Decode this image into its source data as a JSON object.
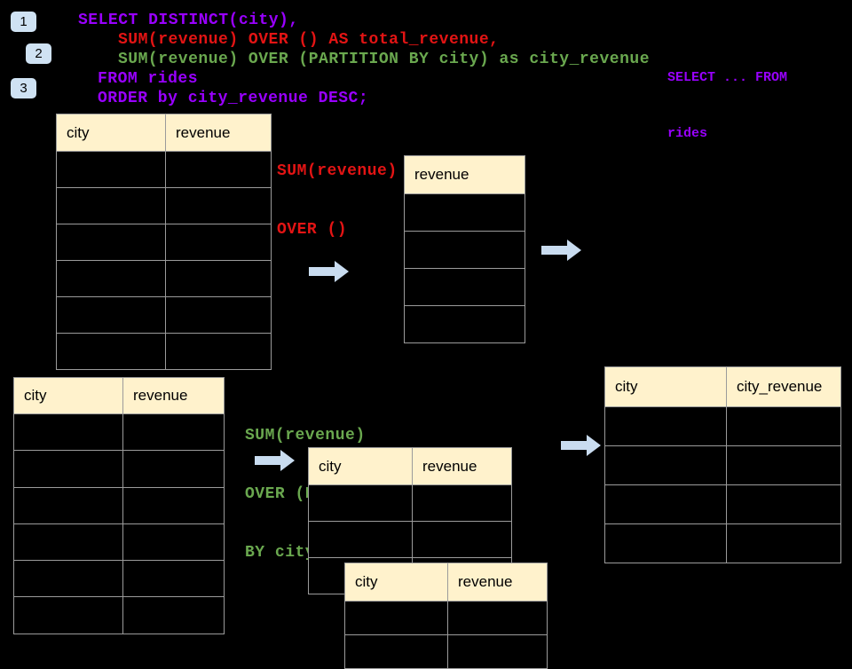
{
  "colors": {
    "background": "#000000",
    "purple": "#9900ff",
    "red": "#e31414",
    "green": "#6aa84f",
    "table_header_fill": "#fff2cc",
    "table_border": "#9b9b9b",
    "badge_blue": "#cfe2f3",
    "arrow_blue": "#c9dcf0"
  },
  "badges": [
    {
      "label": "1"
    },
    {
      "label": "2"
    },
    {
      "label": "3"
    }
  ],
  "sql": {
    "lines": [
      {
        "text": "SELECT DISTINCT(city),",
        "color": "purple"
      },
      {
        "text": "SUM(revenue) OVER () AS total_revenue,",
        "color": "red"
      },
      {
        "text": "SUM(revenue) OVER (PARTITION BY city) as city_revenue",
        "color": "green"
      },
      {
        "text": "FROM rides",
        "color": "purple"
      },
      {
        "text": "ORDER by city_revenue DESC;",
        "color": "purple"
      }
    ]
  },
  "side_note": {
    "lines": [
      "SELECT ... FROM",
      "rides"
    ]
  },
  "annotations": {
    "total_revenue": {
      "lines": [
        "SUM(revenue)",
        "OVER ()"
      ]
    },
    "city_revenue": {
      "lines": [
        "SUM(revenue)",
        "OVER (PARTITION",
        "BY city)"
      ]
    }
  },
  "tables": {
    "source_top": {
      "headers": [
        "city",
        "revenue"
      ],
      "rows": 6
    },
    "total_result": {
      "headers": [
        "revenue"
      ],
      "rows": 4
    },
    "source_bottom": {
      "headers": [
        "city",
        "revenue"
      ],
      "rows": 6
    },
    "partition_mid": {
      "headers": [
        "city",
        "revenue"
      ],
      "rows": 3
    },
    "partition_overlay": {
      "headers": [
        "city",
        "revenue"
      ],
      "rows": 2
    },
    "city_revenue_result": {
      "headers": [
        "city",
        "city_revenue"
      ],
      "rows": 4
    }
  }
}
